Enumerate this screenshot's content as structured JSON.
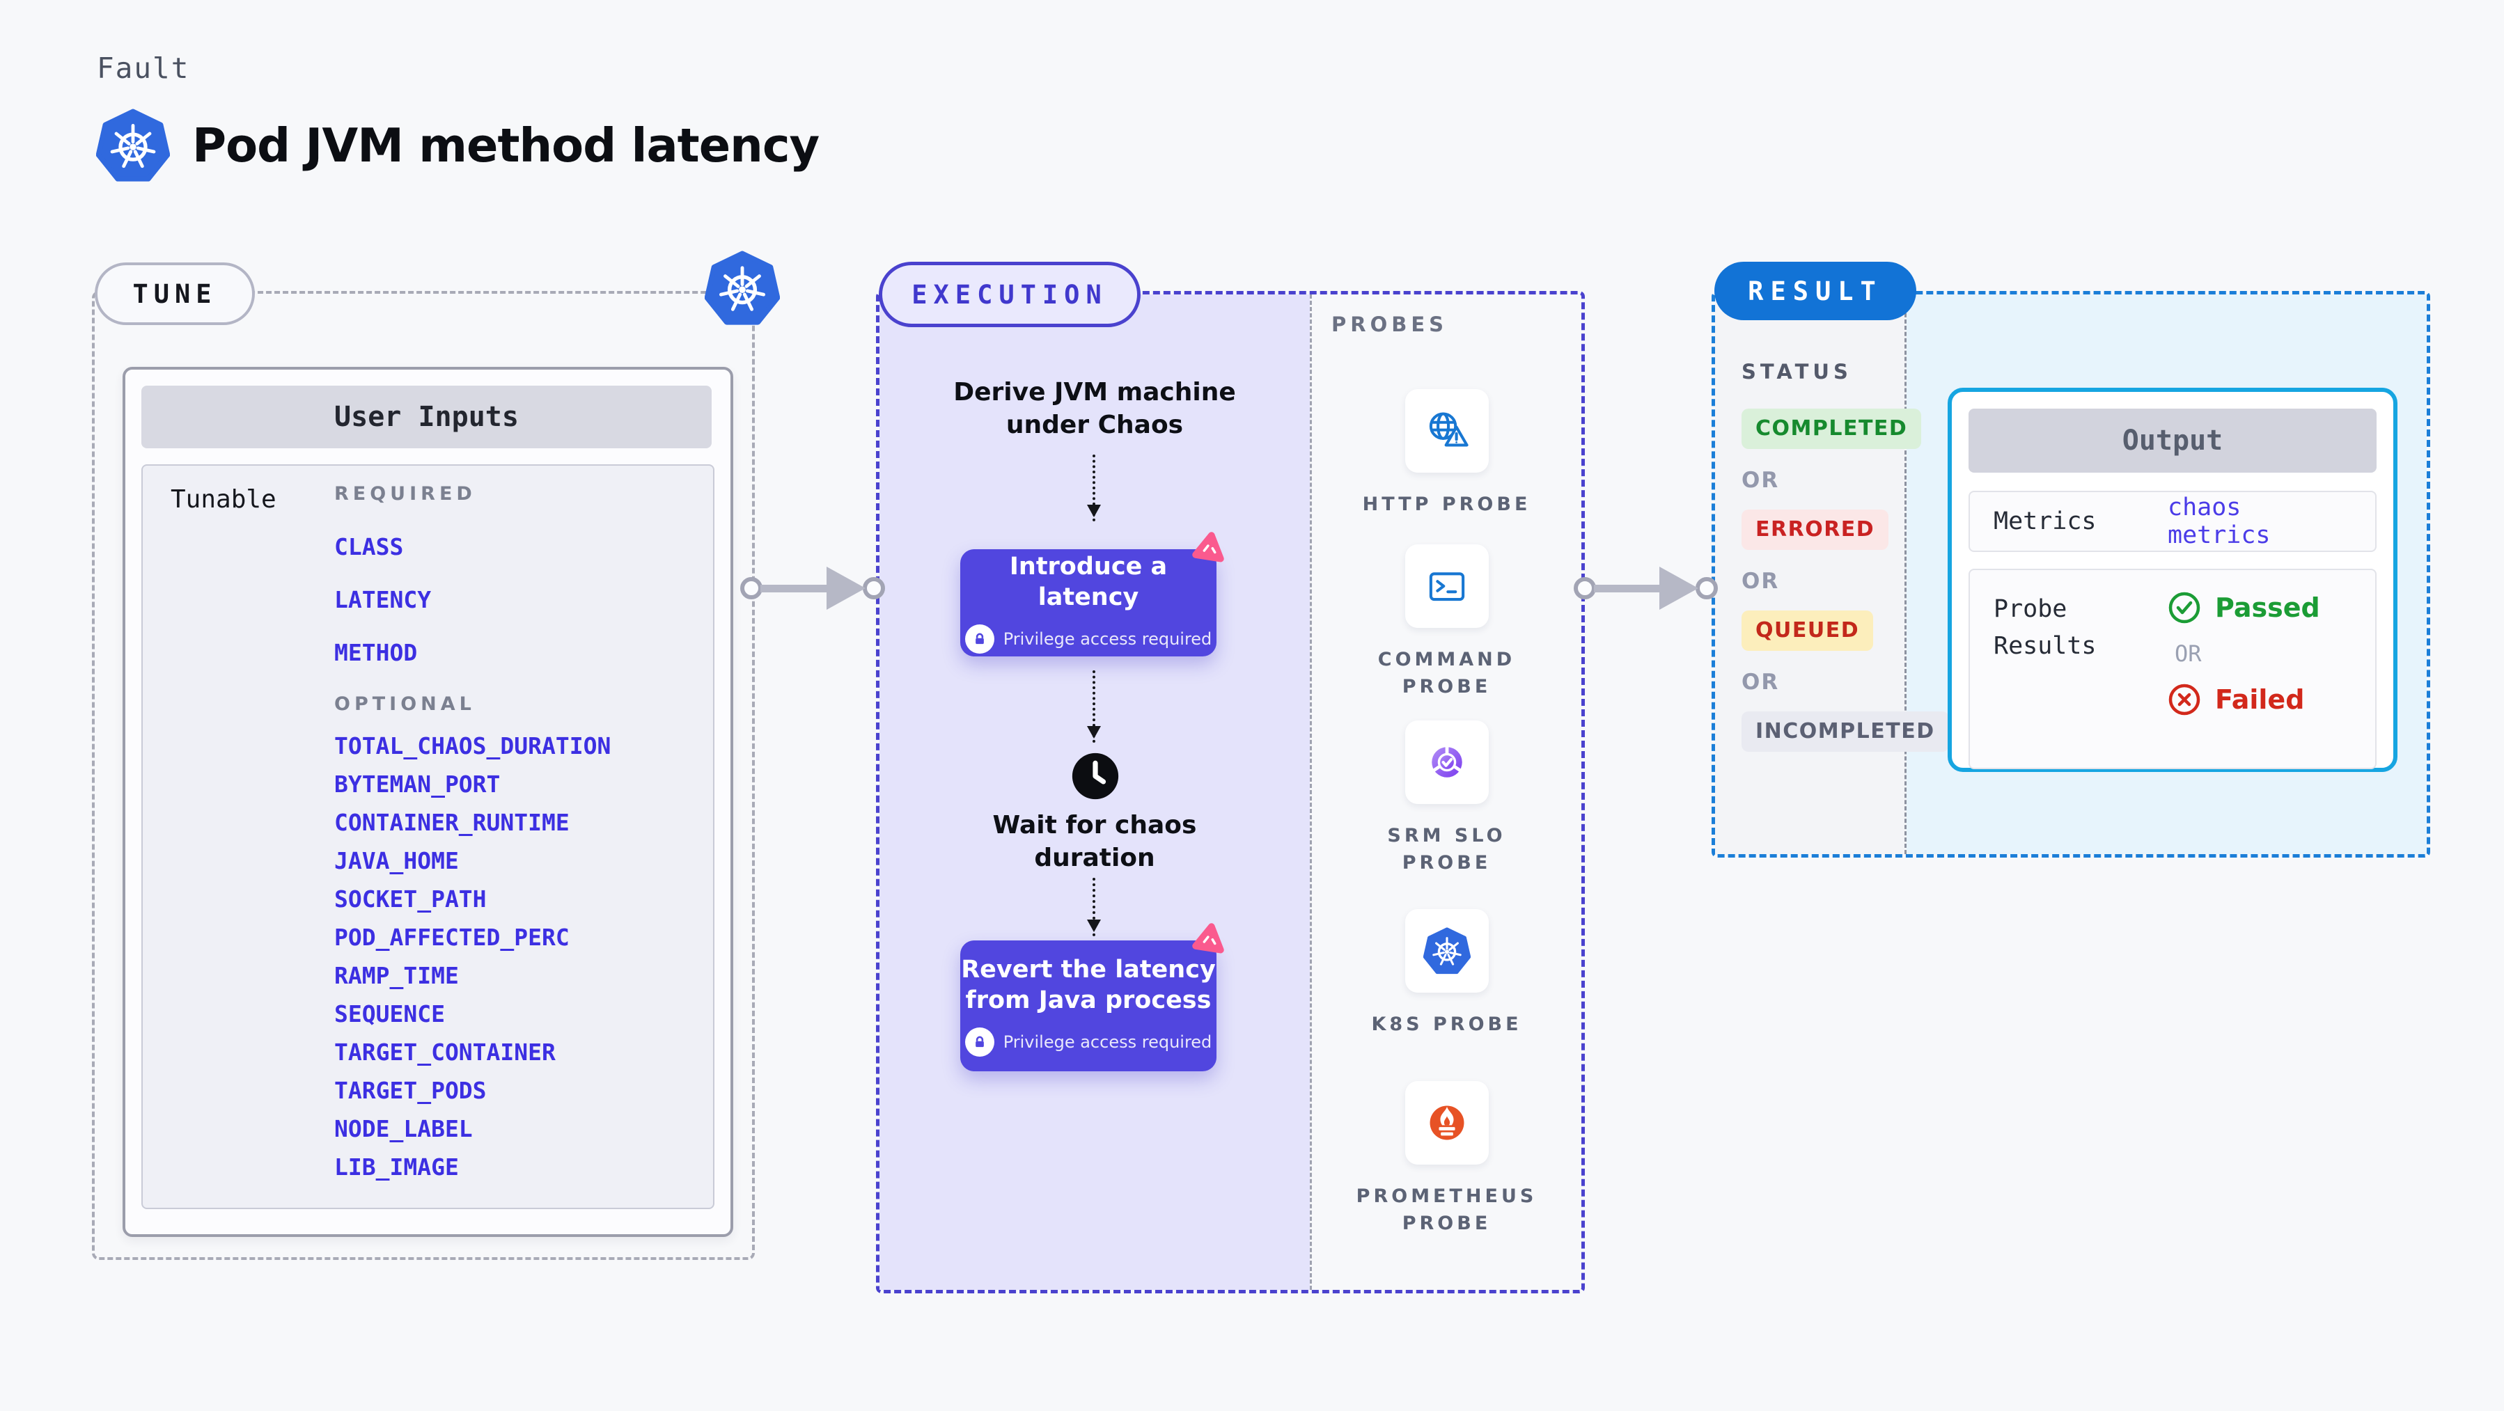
{
  "header": {
    "eyebrow": "Fault",
    "title": "Pod JVM method latency"
  },
  "tune": {
    "label": "TUNE",
    "panel_title": "User Inputs",
    "group_label": "Tunable",
    "required_label": "REQUIRED",
    "required": [
      "CLASS",
      "LATENCY",
      "METHOD"
    ],
    "optional_label": "OPTIONAL",
    "optional": [
      "TOTAL_CHAOS_DURATION",
      "BYTEMAN_PORT",
      "CONTAINER_RUNTIME",
      "JAVA_HOME",
      "SOCKET_PATH",
      "POD_AFFECTED_PERC",
      "RAMP_TIME",
      "SEQUENCE",
      "TARGET_CONTAINER",
      "TARGET_PODS",
      "NODE_LABEL",
      "LIB_IMAGE"
    ]
  },
  "execution": {
    "label": "EXECUTION",
    "privilege_note": "Privilege access required",
    "steps": {
      "derive": "Derive JVM machine\nunder Chaos",
      "introduce": "Introduce a latency",
      "wait": "Wait for chaos\nduration",
      "revert": "Revert the latency\nfrom Java process"
    }
  },
  "probes": {
    "label": "PROBES",
    "items": [
      {
        "name": "HTTP PROBE",
        "icon": "globe-alert-icon"
      },
      {
        "name": "COMMAND\nPROBE",
        "icon": "terminal-icon"
      },
      {
        "name": "SRM SLO\nPROBE",
        "icon": "slo-donut-icon"
      },
      {
        "name": "K8S PROBE",
        "icon": "kubernetes-icon"
      },
      {
        "name": "PROMETHEUS\nPROBE",
        "icon": "prometheus-icon"
      }
    ]
  },
  "result": {
    "label": "RESULT",
    "status_label": "STATUS",
    "or": "OR",
    "statuses": [
      {
        "label": "COMPLETED",
        "kind": "completed"
      },
      {
        "label": "ERRORED",
        "kind": "errored"
      },
      {
        "label": "QUEUED",
        "kind": "queued"
      },
      {
        "label": "INCOMPLETED",
        "kind": "incompleted"
      }
    ],
    "output": {
      "title": "Output",
      "metrics_label": "Metrics",
      "metrics_value": "chaos metrics",
      "probe_results_label": "Probe\nResults",
      "passed": "Passed",
      "or": "OR",
      "failed": "Failed"
    }
  },
  "colors": {
    "page_background": "#f7f8fa",
    "kubernetes_blue": "#3069de",
    "execution_border_indigo": "#4a42ce",
    "execution_fill_lavender": "#e4e3fb",
    "step_button_indigo": "#5146df",
    "chaos_badge_pink": "#fa5a8e",
    "tune_border_gray": "#a8aab6",
    "tunable_item_indigo": "#3c2fe2",
    "probe_icon_blue": "#1877d2",
    "slo_purple": "#7a3bee",
    "prometheus_orange": "#e75225",
    "result_blue": "#1273d6",
    "result_border_blue": "#1b7ed8",
    "output_border_cyan": "#16a5e1",
    "completed_green": "#168a2e",
    "errored_red": "#c92222",
    "queued_red": "#c3281b",
    "passed_green": "#1b9c35",
    "failed_red": "#d2281b"
  }
}
